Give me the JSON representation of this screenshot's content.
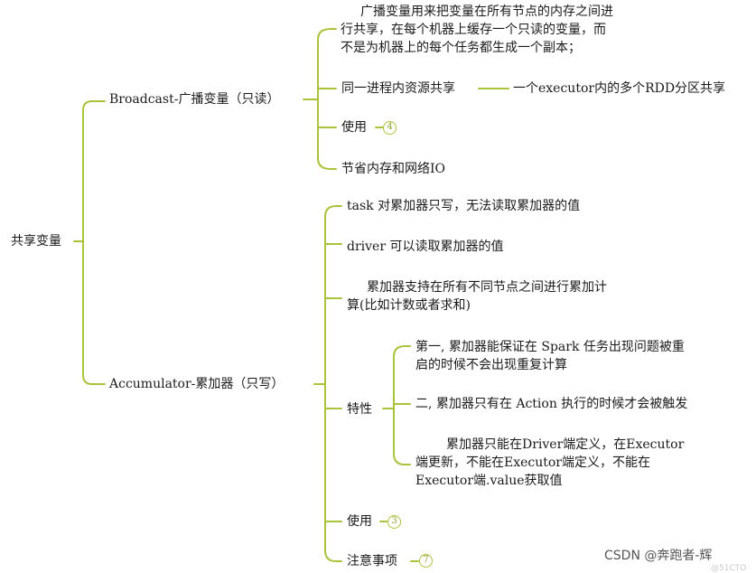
{
  "root": {
    "label": "共享变量"
  },
  "broadcast": {
    "label": "Broadcast-广播变量（只读）",
    "items": {
      "desc": [
        "广播变量用来把变量在所有节点的内存之间进",
        "行共享，在每个机器上缓存一个只读的变量，而",
        "不是为机器上的每个任务都生成一个副本；"
      ],
      "share": "同一进程内资源共享",
      "share_detail": "一个executor内的多个RDD分区共享",
      "usage": "使用",
      "usage_count": "4",
      "save": "节省内存和网络IO"
    }
  },
  "accumulator": {
    "label": "Accumulator-累加器（只写）",
    "items": {
      "task": "task 对累加器只写，无法读取累加器的值",
      "driver": "driver 可以读取累加器的值",
      "support": [
        "累加器支持在所有不同节点之间进行累加计",
        "算(比如计数或者求和)"
      ],
      "features": {
        "label": "特性",
        "first": [
          "第一, 累加器能保证在 Spark 任务出现问题被重",
          "启的时候不会出现重复计算"
        ],
        "second": "二, 累加器只有在 Action 执行的时候才会被触发",
        "third": [
          "累加器只能在Driver端定义，在Executor",
          "端更新，不能在Executor端定义，不能在",
          "Executor端.value获取值"
        ]
      },
      "usage": "使用",
      "usage_count": "3",
      "notes": "注意事项",
      "notes_count": "7"
    }
  },
  "watermark": {
    "text": "CSDN @奔跑者-辉",
    "sub": "@51CTO"
  },
  "colors": {
    "line": "#a9c33a"
  }
}
